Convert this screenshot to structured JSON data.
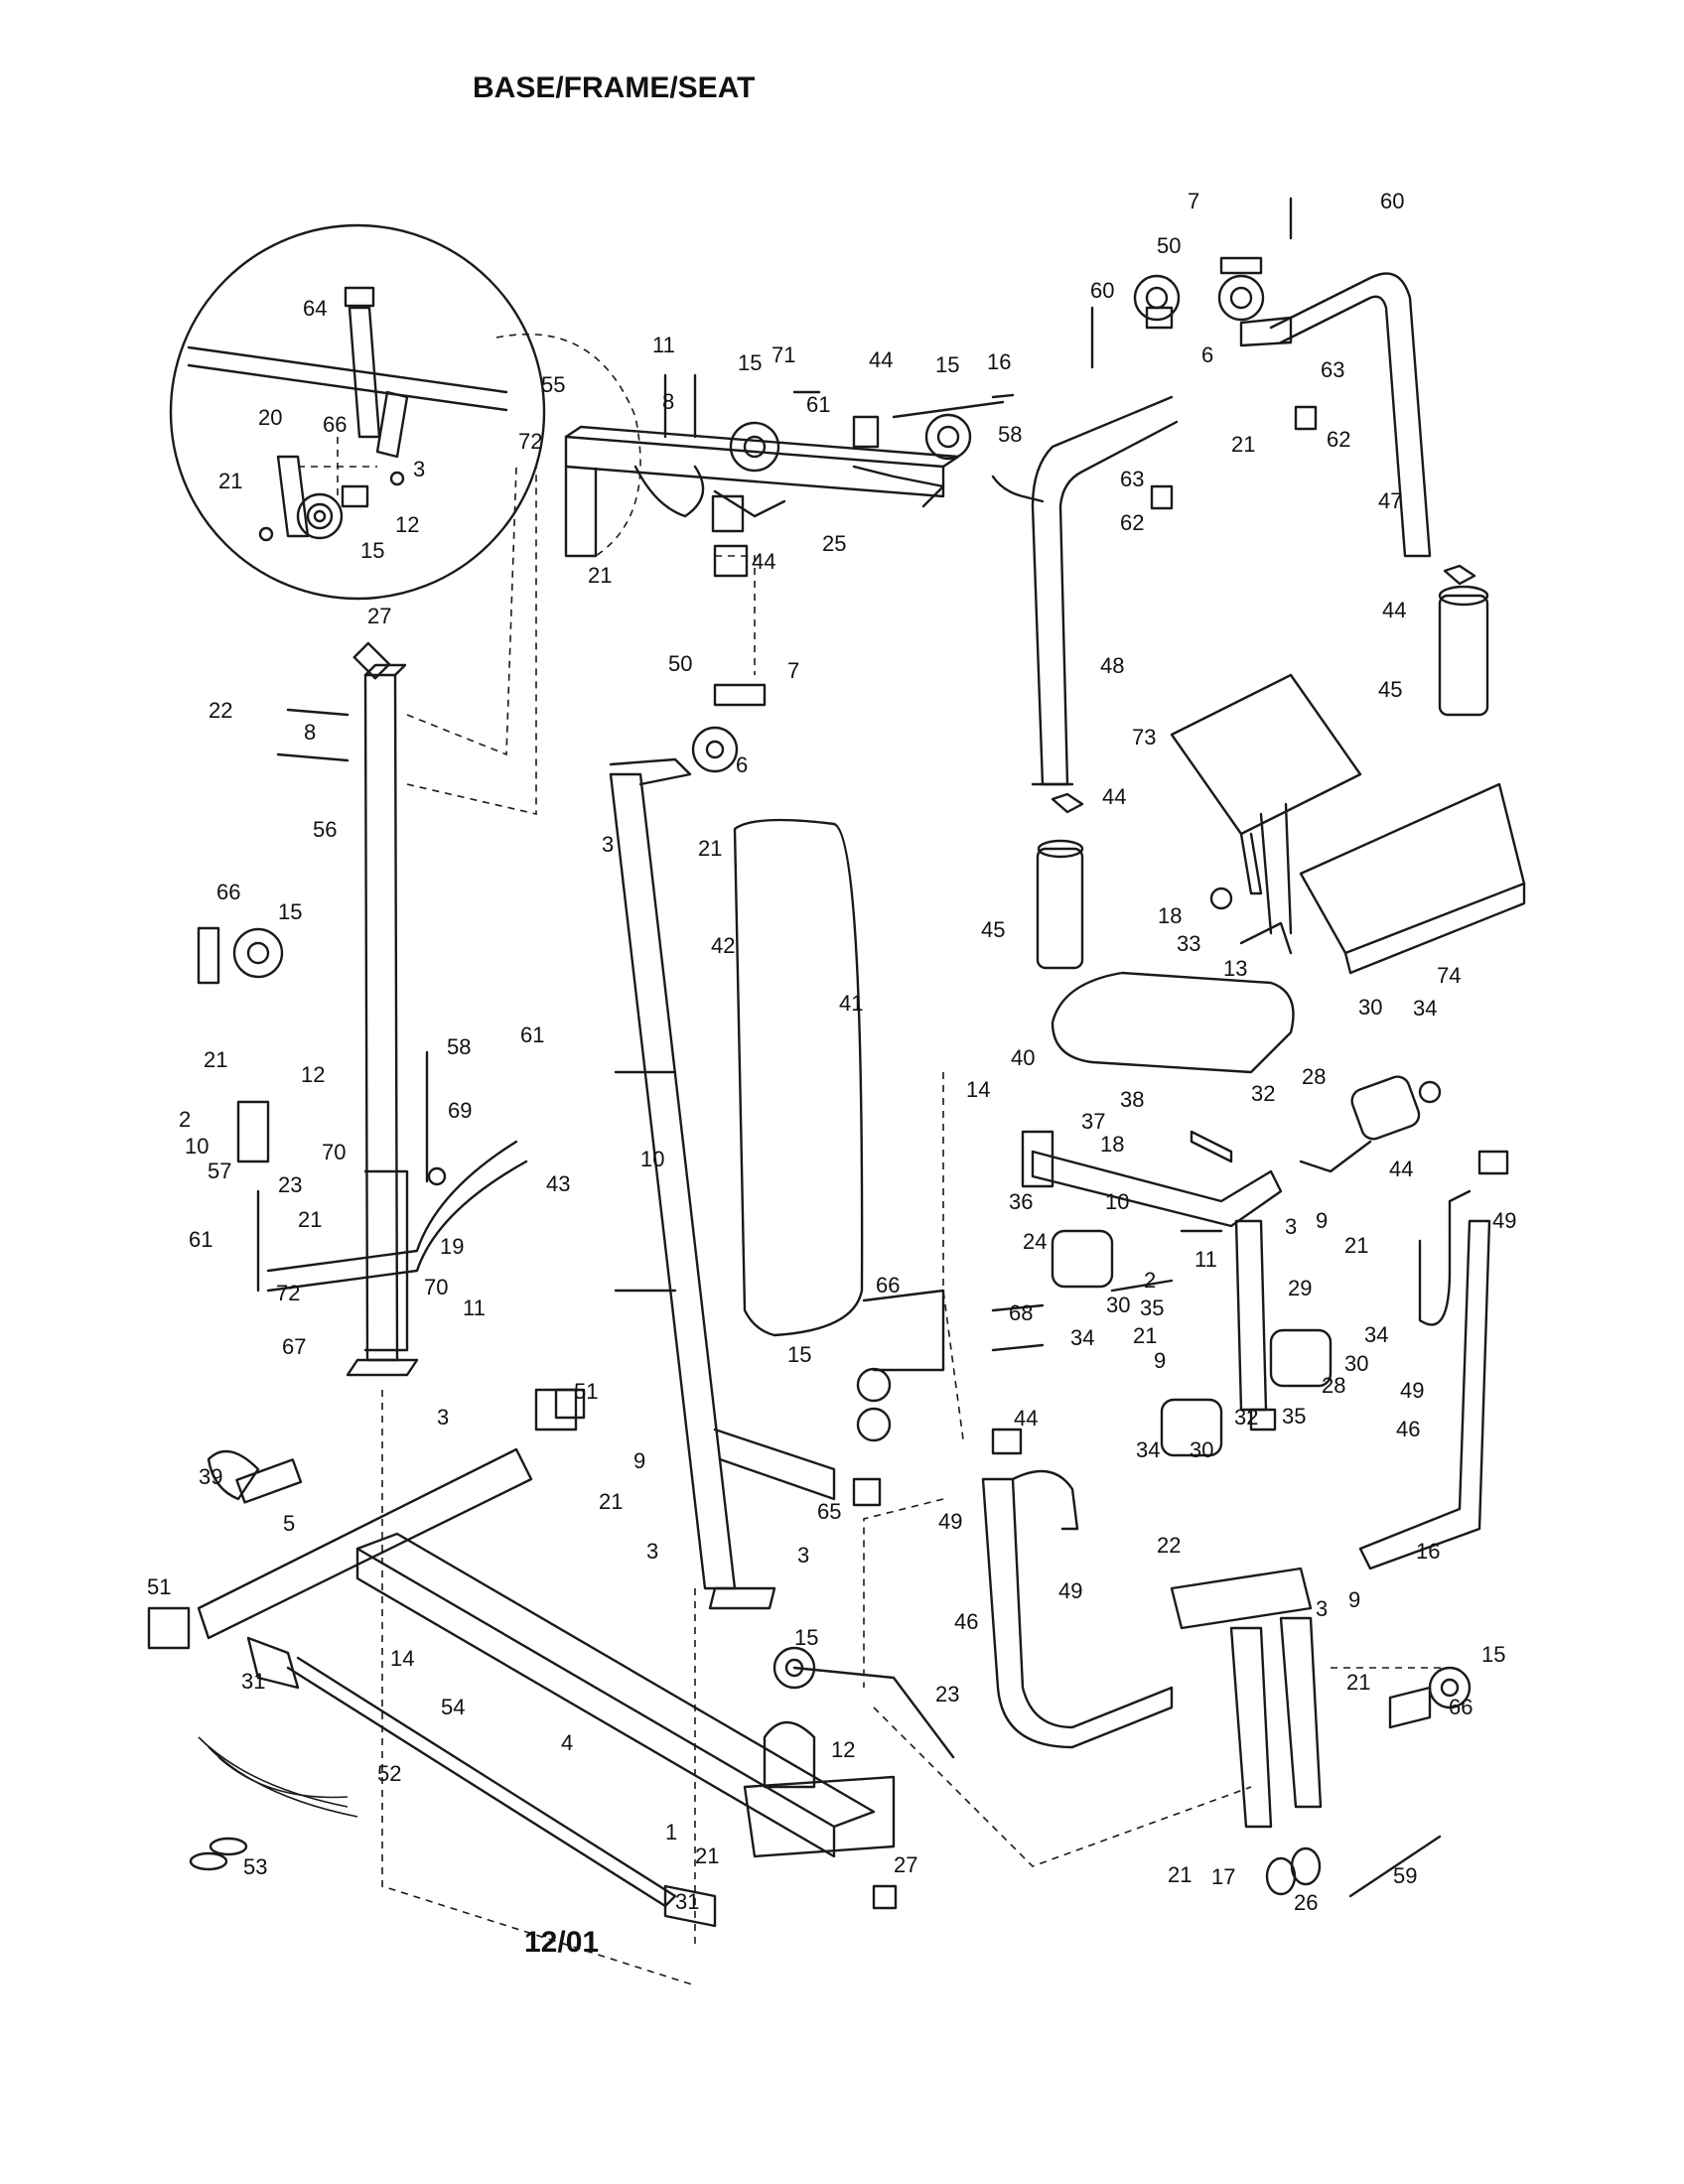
{
  "title": "BASE/FRAME/SEAT",
  "date_code": "12/01",
  "callouts": [
    {
      "label": "7"
    },
    {
      "label": "60"
    },
    {
      "label": "50"
    },
    {
      "label": "60"
    },
    {
      "label": "6"
    },
    {
      "label": "63"
    },
    {
      "label": "21"
    },
    {
      "label": "62"
    },
    {
      "label": "63"
    },
    {
      "label": "62"
    },
    {
      "label": "47"
    },
    {
      "label": "44"
    },
    {
      "label": "45"
    },
    {
      "label": "48"
    },
    {
      "label": "44"
    },
    {
      "label": "45"
    },
    {
      "label": "73"
    },
    {
      "label": "18"
    },
    {
      "label": "33"
    },
    {
      "label": "74"
    },
    {
      "label": "64"
    },
    {
      "label": "20"
    },
    {
      "label": "66"
    },
    {
      "label": "3"
    },
    {
      "label": "21"
    },
    {
      "label": "12"
    },
    {
      "label": "15"
    },
    {
      "label": "11"
    },
    {
      "label": "15"
    },
    {
      "label": "71"
    },
    {
      "label": "44"
    },
    {
      "label": "15"
    },
    {
      "label": "16"
    },
    {
      "label": "55"
    },
    {
      "label": "8"
    },
    {
      "label": "61"
    },
    {
      "label": "58"
    },
    {
      "label": "72"
    },
    {
      "label": "25"
    },
    {
      "label": "44"
    },
    {
      "label": "21"
    },
    {
      "label": "27"
    },
    {
      "label": "22"
    },
    {
      "label": "8"
    },
    {
      "label": "50"
    },
    {
      "label": "7"
    },
    {
      "label": "6"
    },
    {
      "label": "3"
    },
    {
      "label": "21"
    },
    {
      "label": "56"
    },
    {
      "label": "66"
    },
    {
      "label": "15"
    },
    {
      "label": "42"
    },
    {
      "label": "41"
    },
    {
      "label": "13"
    },
    {
      "label": "21"
    },
    {
      "label": "12"
    },
    {
      "label": "2"
    },
    {
      "label": "10"
    },
    {
      "label": "57"
    },
    {
      "label": "58"
    },
    {
      "label": "61"
    },
    {
      "label": "69"
    },
    {
      "label": "70"
    },
    {
      "label": "23"
    },
    {
      "label": "21"
    },
    {
      "label": "43"
    },
    {
      "label": "10"
    },
    {
      "label": "40"
    },
    {
      "label": "14"
    },
    {
      "label": "38"
    },
    {
      "label": "37"
    },
    {
      "label": "18"
    },
    {
      "label": "32"
    },
    {
      "label": "28"
    },
    {
      "label": "30"
    },
    {
      "label": "34"
    },
    {
      "label": "61"
    },
    {
      "label": "19"
    },
    {
      "label": "72"
    },
    {
      "label": "70"
    },
    {
      "label": "11"
    },
    {
      "label": "67"
    },
    {
      "label": "3"
    },
    {
      "label": "36"
    },
    {
      "label": "10"
    },
    {
      "label": "24"
    },
    {
      "label": "3"
    },
    {
      "label": "9"
    },
    {
      "label": "21"
    },
    {
      "label": "11"
    },
    {
      "label": "2"
    },
    {
      "label": "44"
    },
    {
      "label": "49"
    },
    {
      "label": "29"
    },
    {
      "label": "30"
    },
    {
      "label": "34"
    },
    {
      "label": "35"
    },
    {
      "label": "21"
    },
    {
      "label": "9"
    },
    {
      "label": "34"
    },
    {
      "label": "30"
    },
    {
      "label": "28"
    },
    {
      "label": "66"
    },
    {
      "label": "68"
    },
    {
      "label": "15"
    },
    {
      "label": "49"
    },
    {
      "label": "46"
    },
    {
      "label": "51"
    },
    {
      "label": "39"
    },
    {
      "label": "35"
    },
    {
      "label": "32"
    },
    {
      "label": "34"
    },
    {
      "label": "30"
    },
    {
      "label": "44"
    },
    {
      "label": "9"
    },
    {
      "label": "21"
    },
    {
      "label": "65"
    },
    {
      "label": "3"
    },
    {
      "label": "3"
    },
    {
      "label": "49"
    },
    {
      "label": "49"
    },
    {
      "label": "5"
    },
    {
      "label": "22"
    },
    {
      "label": "16"
    },
    {
      "label": "9"
    },
    {
      "label": "3"
    },
    {
      "label": "51"
    },
    {
      "label": "15"
    },
    {
      "label": "14"
    },
    {
      "label": "46"
    },
    {
      "label": "15"
    },
    {
      "label": "21"
    },
    {
      "label": "66"
    },
    {
      "label": "31"
    },
    {
      "label": "23"
    },
    {
      "label": "54"
    },
    {
      "label": "4"
    },
    {
      "label": "12"
    },
    {
      "label": "52"
    },
    {
      "label": "1"
    },
    {
      "label": "21"
    },
    {
      "label": "27"
    },
    {
      "label": "53"
    },
    {
      "label": "31"
    },
    {
      "label": "21"
    },
    {
      "label": "17"
    },
    {
      "label": "26"
    },
    {
      "label": "59"
    }
  ]
}
